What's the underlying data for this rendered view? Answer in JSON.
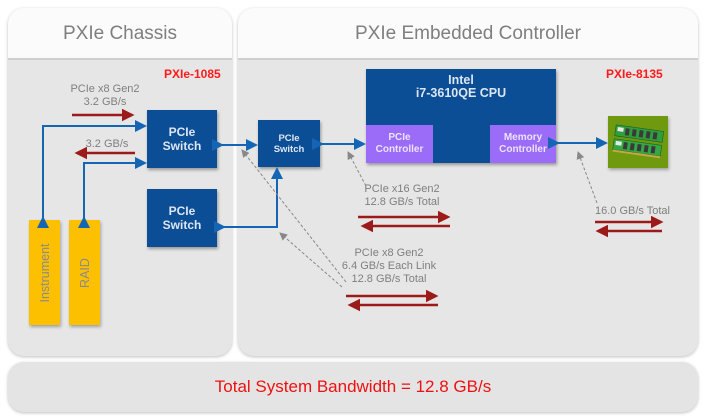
{
  "chassis": {
    "title": "PXIe Chassis",
    "model": "PXIe-1085",
    "link_label_line1": "PCIe x8 Gen2",
    "link_label_line2": "3.2 GB/s",
    "return_label": "3.2 GB/s",
    "switch_top": "PCIe\nSwitch",
    "switch_bottom": "PCIe\nSwitch",
    "slots": [
      "Instrument",
      "RAID"
    ]
  },
  "controller": {
    "title": "PXIe Embedded Controller",
    "model": "PXIe-8135",
    "switch": "PCIe\nSwitch",
    "cpu_title_line1": "Intel",
    "cpu_title_line2": "i7-3610QE CPU",
    "pcie_controller": "PCIe\nController",
    "memory_controller": "Memory\nController",
    "memory_icon": "ram-modules-icon",
    "x16_label_line1": "PCIe x16 Gen2",
    "x16_label_line2": "12.8 GB/s Total",
    "x8_label_line1": "PCIe x8 Gen2",
    "x8_label_line2": "6.4 GB/s Each Link",
    "x8_label_line3": "12.8 GB/s Total",
    "memory_label": "16.0 GB/s Total"
  },
  "footer": {
    "total_bandwidth": "Total System Bandwidth = 12.8 GB/s"
  },
  "colors": {
    "switch_blue": "#0b4e96",
    "controller_purple": "#9b6cf7",
    "slot_yellow": "#fcc000",
    "model_red": "#ff1a1a",
    "traffic_arrow": "#9c1a1a",
    "link_blue": "#1565b5"
  }
}
